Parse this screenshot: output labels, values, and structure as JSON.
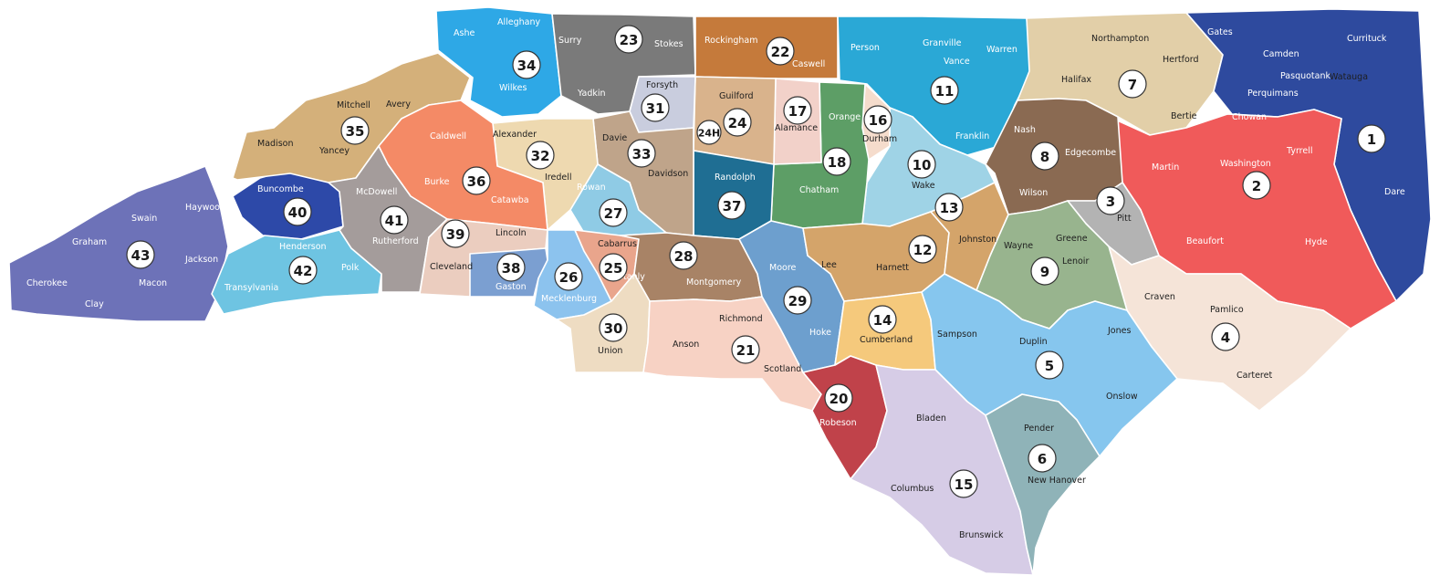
{
  "map": {
    "districts": [
      {
        "id": "1",
        "color": "#2e4a9e"
      },
      {
        "id": "2",
        "color": "#f05a5a"
      },
      {
        "id": "3",
        "color": "#b3b3b3"
      },
      {
        "id": "4",
        "color": "#f5e4d8"
      },
      {
        "id": "5",
        "color": "#86c6ee"
      },
      {
        "id": "6",
        "color": "#8fb3b8"
      },
      {
        "id": "7",
        "color": "#e2cfa8"
      },
      {
        "id": "8",
        "color": "#8a6a52"
      },
      {
        "id": "9",
        "color": "#98b48e"
      },
      {
        "id": "10",
        "color": "#9fd3e6"
      },
      {
        "id": "11",
        "color": "#2aa8d6"
      },
      {
        "id": "12",
        "color": "#d4a46a"
      },
      {
        "id": "13",
        "color": "#d4a46a"
      },
      {
        "id": "14",
        "color": "#f5c97c"
      },
      {
        "id": "15",
        "color": "#d6cce6"
      },
      {
        "id": "16",
        "color": "#f5dccc"
      },
      {
        "id": "17",
        "color": "#f2d1c9"
      },
      {
        "id": "18",
        "color": "#5d9e66"
      },
      {
        "id": "20",
        "color": "#c0424a"
      },
      {
        "id": "21",
        "color": "#f7d2c4"
      },
      {
        "id": "22",
        "color": "#c57a3b"
      },
      {
        "id": "23",
        "color": "#7a7a7a"
      },
      {
        "id": "24",
        "color": "#d9b38c"
      },
      {
        "id": "25",
        "color": "#e9a58c"
      },
      {
        "id": "26",
        "color": "#8cc3ee"
      },
      {
        "id": "27",
        "color": "#8fcbe5"
      },
      {
        "id": "28",
        "color": "#a88366"
      },
      {
        "id": "29",
        "color": "#6d9fce"
      },
      {
        "id": "30",
        "color": "#eedcc2"
      },
      {
        "id": "31",
        "color": "#c9cdde"
      },
      {
        "id": "32",
        "color": "#eed9b0"
      },
      {
        "id": "33",
        "color": "#bfa48a"
      },
      {
        "id": "34",
        "color": "#2ea8e6"
      },
      {
        "id": "35",
        "color": "#d4b07a"
      },
      {
        "id": "36",
        "color": "#f48a66"
      },
      {
        "id": "37",
        "color": "#1f6e93"
      },
      {
        "id": "38",
        "color": "#7b9fd1"
      },
      {
        "id": "39",
        "color": "#ebcdbf"
      },
      {
        "id": "40",
        "color": "#2d49a8"
      },
      {
        "id": "41",
        "color": "#a49c9b"
      },
      {
        "id": "42",
        "color": "#6ec4e2"
      },
      {
        "id": "43",
        "color": "#6d72b8"
      }
    ],
    "badges": [
      "1",
      "2",
      "3",
      "4",
      "5",
      "6",
      "7",
      "8",
      "9",
      "10",
      "11",
      "12",
      "13",
      "14",
      "15",
      "16",
      "17",
      "18",
      "20",
      "21",
      "22",
      "23",
      "24",
      "24H",
      "25",
      "26",
      "27",
      "28",
      "29",
      "30",
      "31",
      "32",
      "33",
      "34",
      "35",
      "36",
      "37",
      "38",
      "39",
      "40",
      "41",
      "42",
      "43"
    ],
    "counties": [
      "Ashe",
      "Alleghany",
      "Surry",
      "Stokes",
      "Rockingham",
      "Caswell",
      "Person",
      "Granville",
      "Vance",
      "Warren",
      "Northampton",
      "Hertford",
      "Gates",
      "Currituck",
      "Camden",
      "Pasquotank",
      "Perquimans",
      "Chowan",
      "Watauga",
      "Wilkes",
      "Yadkin",
      "Forsyth",
      "Guilford",
      "Alamance",
      "Orange",
      "Durham",
      "Franklin",
      "Halifax",
      "Bertie",
      "Martin",
      "Washington",
      "Tyrrell",
      "Dare",
      "Mitchell",
      "Avery",
      "Madison",
      "Yancey",
      "Caldwell",
      "Alexander",
      "Davie",
      "Davidson",
      "Randolph",
      "Chatham",
      "Wake",
      "Nash",
      "Edgecombe",
      "Wilson",
      "Pitt",
      "Beaufort",
      "Hyde",
      "Haywood",
      "Swain",
      "Graham",
      "Buncombe",
      "McDowell",
      "Burke",
      "Catawba",
      "Iredell",
      "Rowan",
      "Cabarrus",
      "Stanly",
      "Montgomery",
      "Moore",
      "Lee",
      "Harnett",
      "Johnston",
      "Wayne",
      "Greene",
      "Lenoir",
      "Craven",
      "Pamlico",
      "Jackson",
      "Cherokee",
      "Clay",
      "Macon",
      "Transylvania",
      "Henderson",
      "Polk",
      "Rutherford",
      "Cleveland",
      "Lincoln",
      "Gaston",
      "Mecklenburg",
      "Union",
      "Anson",
      "Richmond",
      "Scotland",
      "Hoke",
      "Cumberland",
      "Sampson",
      "Duplin",
      "Jones",
      "Onslow",
      "Carteret",
      "Robeson",
      "Bladen",
      "Pender",
      "New Hanover",
      "Columbus",
      "Brunswick"
    ]
  }
}
